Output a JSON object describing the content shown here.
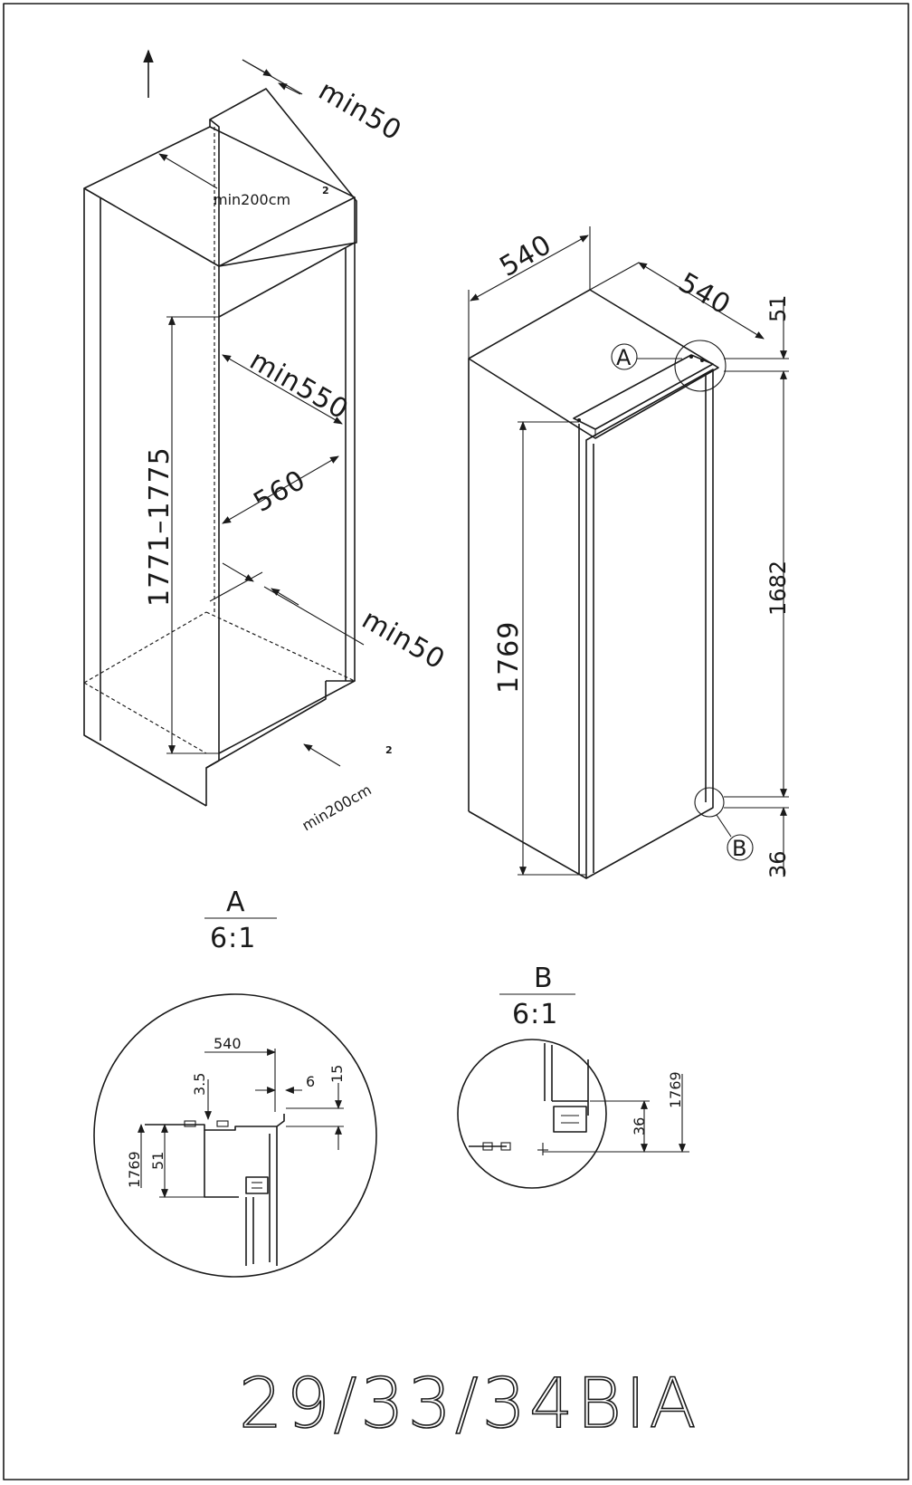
{
  "model_title": "29/33/34BIA",
  "niche_diagram": {
    "min_top_gap": "min50",
    "ventilation_top": "min200cm",
    "ventilation_top_sup": "2",
    "niche_height": "1771–1775",
    "min_depth": "min550",
    "width": "560",
    "min_bottom_gap": "min50",
    "ventilation_bottom": "min200cm",
    "ventilation_bottom_sup": "2"
  },
  "appliance_diagram": {
    "width": "540",
    "depth": "540",
    "top_offset": "51",
    "height": "1769",
    "door_height": "1682",
    "bottom_offset": "36",
    "callout_a": "A",
    "callout_b": "B"
  },
  "detail_a": {
    "label": "A",
    "scale": "6:1",
    "dim_540": "540",
    "dim_3_5": "3.5",
    "dim_6": "6",
    "dim_15": "15",
    "dim_1769": "1769",
    "dim_51": "51"
  },
  "detail_b": {
    "label": "B",
    "scale": "6:1",
    "dim_36": "36",
    "dim_1769": "1769"
  }
}
